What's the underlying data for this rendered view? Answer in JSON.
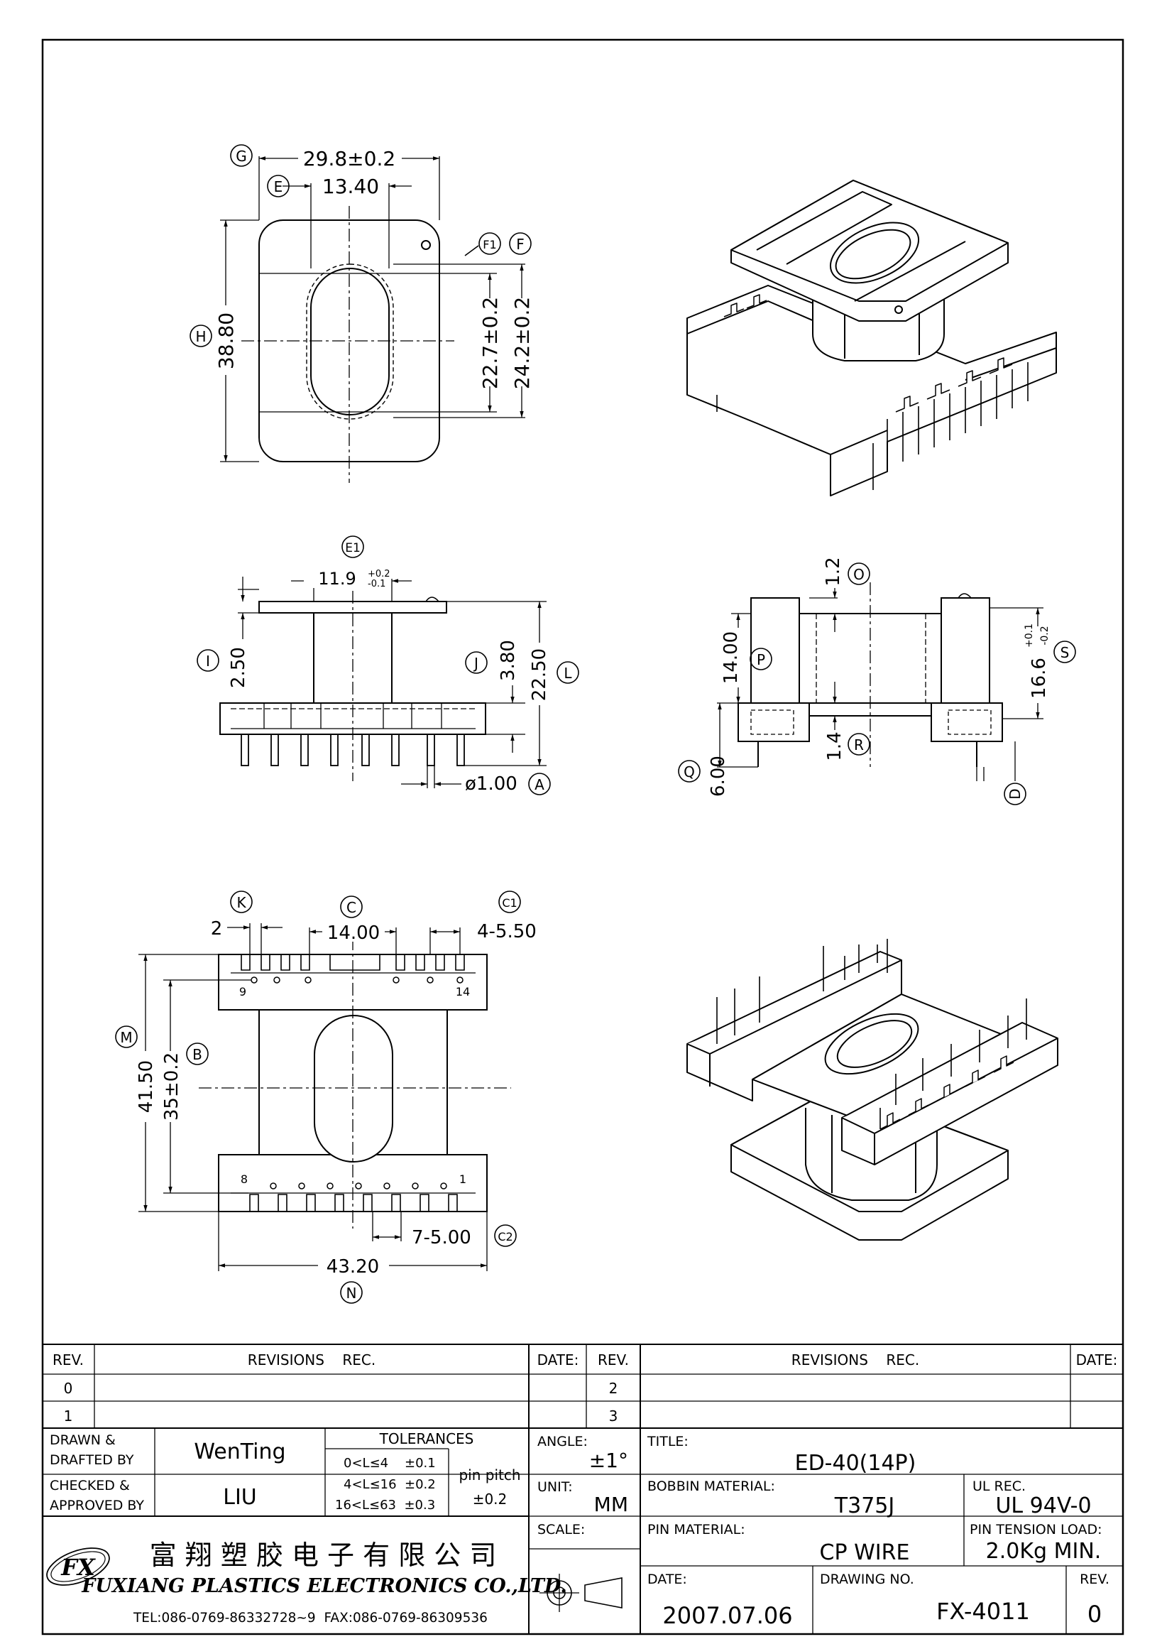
{
  "views": {
    "top": {
      "dim_width": "29.8±0.2",
      "dim_inner_width": "13.40",
      "dim_height": "38.80",
      "dim_inner_h1": "22.7±0.2",
      "dim_inner_h2": "24.2±0.2",
      "labels": {
        "G": "G",
        "E": "E",
        "F1": "F1",
        "F": "F",
        "H": "H"
      }
    },
    "front": {
      "dim_top_w": "11.9",
      "tol_plus": "+0.2",
      "tol_minus": "-0.1",
      "dim_flange": "2.50",
      "dim_base": "3.80",
      "dim_total": "22.50",
      "dim_pin": "ø1.00",
      "labels": {
        "E1": "E1",
        "I": "I",
        "J": "J",
        "L": "L",
        "A": "A"
      }
    },
    "side": {
      "dim_top": "1.2",
      "dim_height": "14.00",
      "dim_step": "1.4",
      "dim_pin_len": "6.00",
      "dim_total": "16.6",
      "tol_plus": "+0.1",
      "tol_minus": "-0.2",
      "labels": {
        "O": "O",
        "P": "P",
        "R": "R",
        "Q": "Q",
        "S": "S",
        "D": "D"
      }
    },
    "bottom": {
      "dim_slot": "2",
      "dim_mid": "14.00",
      "dim_pitch_top": "4-5.50",
      "dim_total_h": "41.50",
      "dim_inner_h": "35±0.2",
      "dim_pitch_bottom": "7-5.00",
      "dim_width": "43.20",
      "pin_9": "9",
      "pin_14": "14",
      "pin_8": "8",
      "pin_1": "1",
      "labels": {
        "K": "K",
        "C": "C",
        "C1": "C1",
        "M": "M",
        "B": "B",
        "C2": "C2",
        "N": "N"
      }
    }
  },
  "revisions": {
    "headers": [
      "REV.",
      "REVISIONS    REC.",
      "DATE:",
      "REV.",
      "REVISIONS    REC.",
      "DATE:"
    ],
    "rows_left": [
      "0",
      "1"
    ],
    "rows_right": [
      "2",
      "3"
    ]
  },
  "title_block": {
    "drawn_label_1": "DRAWN &",
    "drawn_label_2": "DRAFTED BY",
    "drawn_by": "WenTing",
    "checked_label_1": "CHECKED &",
    "checked_label_2": "APPROVED BY",
    "approved_by": "LIU",
    "tolerances_label": "TOLERANCES",
    "tol_1": "0<L≤4    ±0.1",
    "tol_2": "4<L≤16  ±0.2",
    "tol_3": "16<L≤63  ±0.3",
    "pin_pitch_label": "pin pitch",
    "pin_pitch_value": "±0.2",
    "angle_label": "ANGLE:",
    "angle_value": "±1°",
    "unit_label": "UNIT:",
    "unit_value": "MM",
    "scale_label": "SCALE:",
    "title_label": "TITLE:",
    "title_value": "ED-40(14P)",
    "bobbin_label": "BOBBIN MATERIAL:",
    "bobbin_value": "T375J",
    "ul_label": "UL REC.",
    "ul_value": "UL 94V-0",
    "pin_material_label": "PIN MATERIAL:",
    "pin_material_value": "CP WIRE",
    "pin_tension_label": "PIN TENSION LOAD:",
    "pin_tension_value": "2.0Kg MIN.",
    "date_label": "DATE:",
    "date_value": "2007.07.06",
    "drawing_no_label": "DRAWING NO.",
    "drawing_no_value": "FX-4011",
    "rev_label": "REV.",
    "rev_value": "0",
    "company_cn": "富 翔 塑 胶 电 子 有 限 公 司",
    "company_en": "FUXIANG PLASTICS ELECTRONICS CO.,LTD.",
    "company_tel": "TEL:086-0769-86332728~9  FAX:086-0769-86309536"
  }
}
